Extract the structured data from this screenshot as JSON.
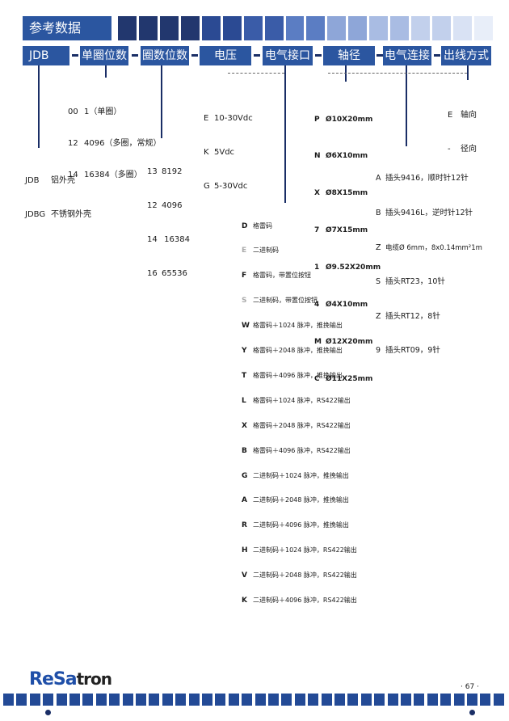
{
  "header": {
    "title": "参考数据",
    "gradient_colors": [
      "#22376e",
      "#22376e",
      "#22376e",
      "#22376e",
      "#2b4a93",
      "#2b4a93",
      "#3a5ca8",
      "#3a5ca8",
      "#5b7dc3",
      "#5b7dc3",
      "#8ea6d8",
      "#8ea6d8",
      "#a9bce3",
      "#a9bce3",
      "#c2d0ec",
      "#c2d0ec",
      "#d9e2f4",
      "#e8eef9"
    ]
  },
  "code_row": {
    "boxes": [
      "JDB",
      "单圈位数",
      "圈数位数",
      "电压",
      "电气接口",
      "轴径",
      "电气连接",
      "出线方式"
    ],
    "box_color": "#2b56a0"
  },
  "housing": {
    "items": [
      {
        "code": "JDB",
        "desc": "铝外壳"
      },
      {
        "code": "JDBG",
        "desc": "不锈钢外壳"
      }
    ]
  },
  "single_turn": {
    "items": [
      {
        "code": "00",
        "desc": "1（单圈）"
      },
      {
        "code": "12",
        "desc": "4096（多圈，常规）"
      },
      {
        "code": "14",
        "desc": "16384（多圈）"
      }
    ]
  },
  "multi_turn": {
    "items": [
      {
        "code": "13",
        "desc": "8192"
      },
      {
        "code": "12",
        "desc": "4096"
      },
      {
        "code": "14",
        "desc": " 16384"
      },
      {
        "code": "16",
        "desc": "65536"
      }
    ]
  },
  "voltage": {
    "items": [
      {
        "code": "E",
        "desc": "10-30Vdc"
      },
      {
        "code": "K",
        "desc": "5Vdc"
      },
      {
        "code": "G",
        "desc": "5-30Vdc"
      }
    ]
  },
  "shaft": {
    "items": [
      {
        "code": "P",
        "desc": "Ø10X20mm"
      },
      {
        "code": "N",
        "desc": "Ø6X10mm"
      },
      {
        "code": "X",
        "desc": "Ø8X15mm"
      },
      {
        "code": "7",
        "desc": "Ø7X15mm"
      },
      {
        "code": "1",
        "desc": "Ø9.52X20mm"
      },
      {
        "code": "4",
        "desc": "Ø4X10mm"
      },
      {
        "code": "M",
        "desc": "Ø12X20mm"
      },
      {
        "code": "C",
        "desc": "Ø11X25mm"
      }
    ]
  },
  "connection": {
    "items": [
      {
        "code": "A",
        "desc": "插头9416，顺时针12针"
      },
      {
        "code": "B",
        "desc": "插头9416L，逆时针12针"
      },
      {
        "code": "Z",
        "desc": "电缆Ø 6mm，8x0.14mm²1m"
      },
      {
        "code": "S",
        "desc": "插头RT23，10针"
      },
      {
        "code": "Z",
        "desc": "插头RT12，8针"
      },
      {
        "code": "9",
        "desc": "插头RT09，9针"
      }
    ]
  },
  "outlet": {
    "items": [
      {
        "code": "E",
        "desc": "轴向"
      },
      {
        "code": "-",
        "desc": "径向"
      }
    ]
  },
  "interface": {
    "items": [
      {
        "code": "D",
        "desc": "格雷码",
        "faded": false
      },
      {
        "code": "E",
        "desc": "二进制码",
        "faded": true
      },
      {
        "code": "F",
        "desc": "格雷码，带置位按钮",
        "faded": false
      },
      {
        "code": "S",
        "desc": "二进制码，带置位按钮",
        "faded": true
      },
      {
        "code": "W",
        "desc": "格雷码＋1024 脉冲，推挽输出",
        "faded": false
      },
      {
        "code": "Y",
        "desc": "格雷码＋2048 脉冲，推挽输出",
        "faded": false
      },
      {
        "code": "T",
        "desc": "格雷码＋4096 脉冲，推挽输出",
        "faded": false
      },
      {
        "code": "L",
        "desc": "格雷码＋1024 脉冲，RS422输出",
        "faded": false
      },
      {
        "code": "X",
        "desc": "格雷码＋2048 脉冲，RS422输出",
        "faded": false
      },
      {
        "code": "B",
        "desc": "格雷码＋4096 脉冲，RS422输出",
        "faded": false
      },
      {
        "code": "G",
        "desc": "二进制码＋1024 脉冲，推挽输出",
        "faded": false
      },
      {
        "code": "A",
        "desc": "二进制码＋2048 脉冲，推挽输出",
        "faded": false
      },
      {
        "code": "R",
        "desc": "二进制码＋4096 脉冲，推挽输出",
        "faded": false
      },
      {
        "code": "H",
        "desc": "二进制码＋1024 脉冲，RS422输出",
        "faded": false
      },
      {
        "code": "V",
        "desc": "二进制码＋2048 脉冲，RS422输出",
        "faded": false
      },
      {
        "code": "K",
        "desc": "二进制码＋4096 脉冲，RS422输出",
        "faded": false
      }
    ]
  },
  "footer": {
    "logo_main": "ReSa",
    "logo_tail": "tron",
    "page_number": "· 67 ·",
    "square_color": "#234a96"
  }
}
